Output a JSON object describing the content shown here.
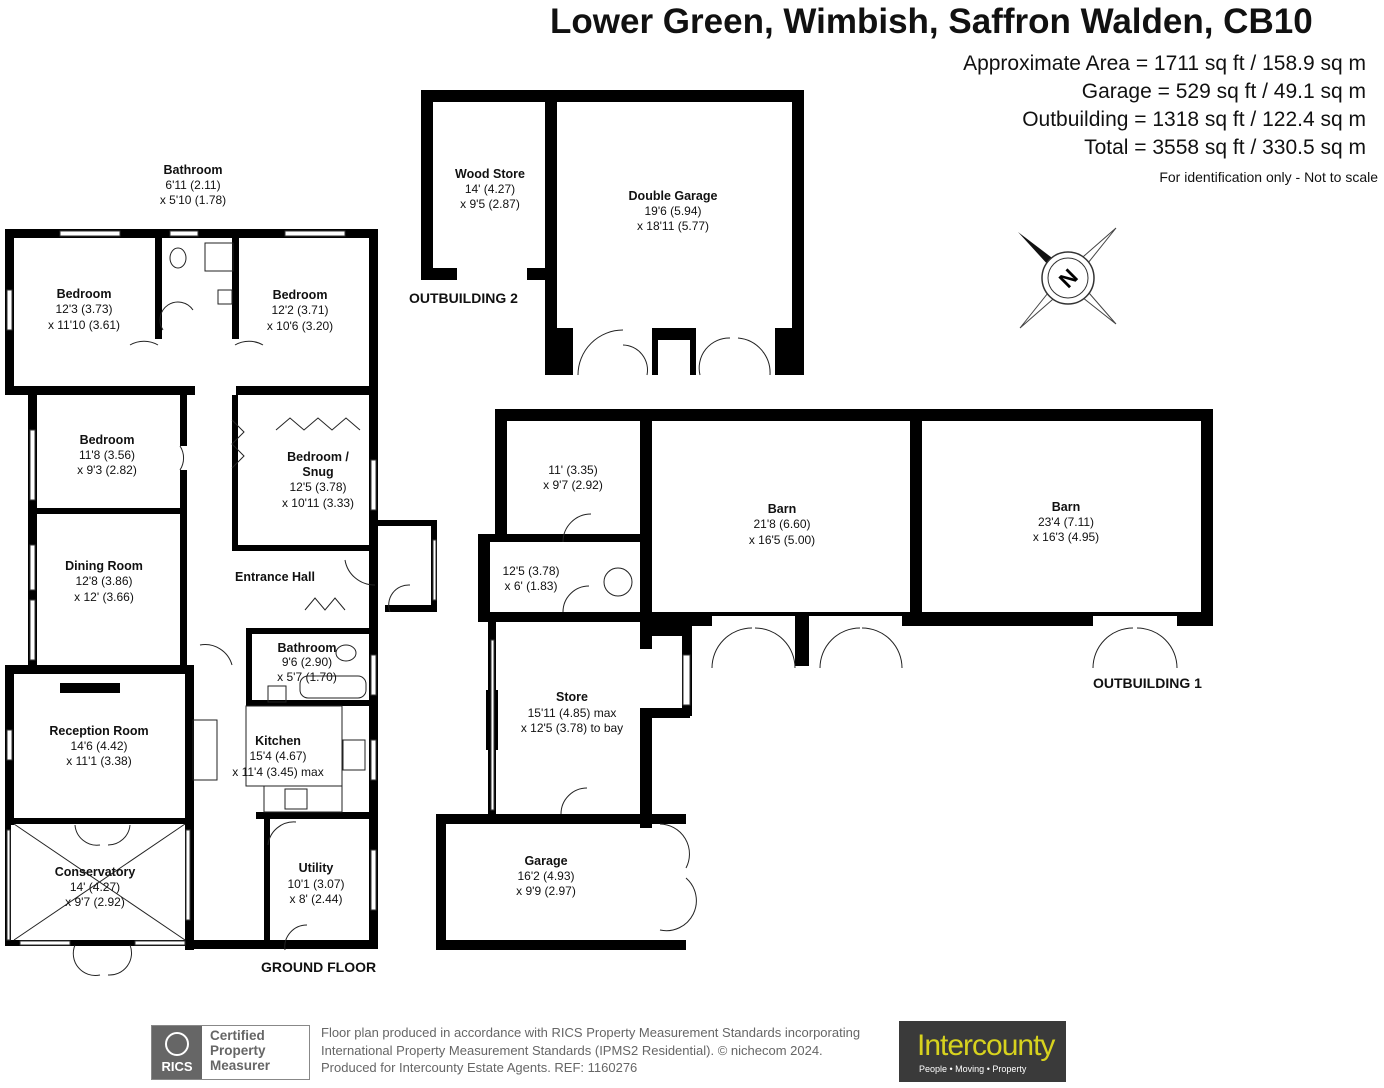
{
  "header": {
    "title": "Lower Green, Wimbish, Saffron Walden, CB10",
    "areas": [
      "Approximate Area = 1711 sq ft / 158.9 sq m",
      "Garage = 529 sq ft / 49.1 sq m",
      "Outbuilding = 1318 sq ft / 122.4 sq m",
      "Total = 3558 sq ft / 330.5 sq m"
    ],
    "disclaimer": "For identification only - Not to scale"
  },
  "compass": {
    "label": "N"
  },
  "sections": {
    "ground_floor": "GROUND FLOOR",
    "outbuilding_1": "OUTBUILDING 1",
    "outbuilding_2": "OUTBUILDING 2"
  },
  "rooms": {
    "bathroom_top": [
      "Bathroom",
      "6'11 (2.11)",
      "x 5'10 (1.78)"
    ],
    "bedroom_1": [
      "Bedroom",
      "12'3 (3.73)",
      "x 11'10 (3.61)"
    ],
    "bedroom_2": [
      "Bedroom",
      "12'2 (3.71)",
      "x 10'6 (3.20)"
    ],
    "bedroom_3": [
      "Bedroom",
      "11'8 (3.56)",
      "x 9'3 (2.82)"
    ],
    "bedroom_snug": [
      "Bedroom /",
      "Snug",
      "12'5 (3.78)",
      "x 10'11 (3.33)"
    ],
    "dining_room": [
      "Dining Room",
      "12'8 (3.86)",
      "x 12' (3.66)"
    ],
    "entrance_hall": [
      "Entrance Hall"
    ],
    "bathroom_mid": [
      "Bathroom",
      "9'6 (2.90)",
      "x 5'7 (1.70)"
    ],
    "reception_room": [
      "Reception Room",
      "14'6 (4.42)",
      "x 11'1 (3.38)"
    ],
    "kitchen": [
      "Kitchen",
      "15'4 (4.67)",
      "x 11'4 (3.45) max"
    ],
    "conservatory": [
      "Conservatory",
      "14' (4.27)",
      "x 9'7 (2.92)"
    ],
    "utility": [
      "Utility",
      "10'1 (3.07)",
      "x 8' (2.44)"
    ],
    "wood_store": [
      "Wood Store",
      "14' (4.27)",
      "x 9'5 (2.87)"
    ],
    "double_garage": [
      "Double Garage",
      "19'6 (5.94)",
      "x 18'11 (5.77)"
    ],
    "ob_room_a": [
      "11' (3.35)",
      "x 9'7 (2.92)"
    ],
    "ob_room_b": [
      "12'5 (3.78)",
      "x 6' (1.83)"
    ],
    "barn_1": [
      "Barn",
      "21'8 (6.60)",
      "x 16'5 (5.00)"
    ],
    "barn_2": [
      "Barn",
      "23'4 (7.11)",
      "x 16'3 (4.95)"
    ],
    "store": [
      "Store",
      "15'11 (4.85) max",
      "x 12'5 (3.78) to bay"
    ],
    "garage": [
      "Garage",
      "16'2 (4.93)",
      "x 9'9 (2.97)"
    ]
  },
  "footer": {
    "rics_abbr": "RICS",
    "certified": [
      "Certified",
      "Property",
      "Measurer"
    ],
    "text": [
      "Floor plan produced in accordance with RICS Property Measurement Standards incorporating",
      "International Property Measurement Standards (IPMS2 Residential).   © nichecom 2024.",
      "Produced for Intercounty Estate Agents.   REF:  1160276"
    ],
    "agent_name": "Intercounty",
    "agent_tagline": "People • Moving • Property"
  },
  "colors": {
    "agent_bg": "#3a3a3a",
    "agent_accent": "#d7d21e",
    "rics_grey": "#666666",
    "wall": "#000000"
  }
}
